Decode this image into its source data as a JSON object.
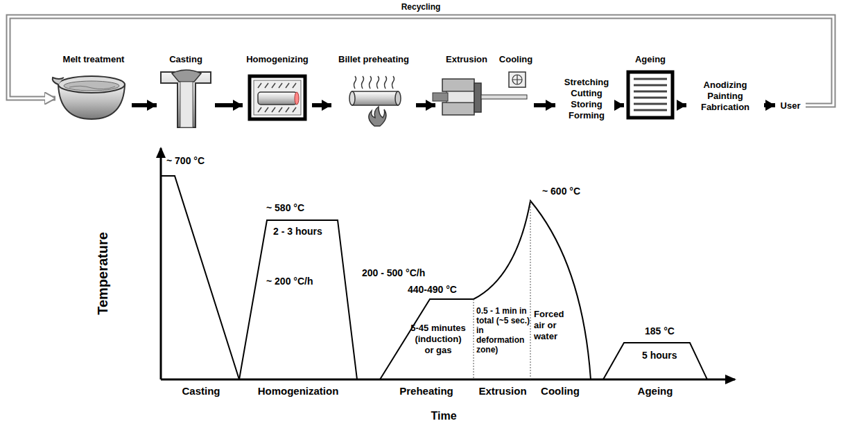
{
  "diagram": {
    "nodes": [
      {
        "text": [
          "Melt treatment"
        ]
      },
      {
        "text": [
          "Casting"
        ]
      },
      {
        "text": [
          "Homogenizing"
        ]
      },
      {
        "text": [
          "Billet preheating"
        ]
      },
      {
        "text": [
          "Extrusion"
        ]
      },
      {
        "text": [
          "Cooling"
        ]
      },
      {
        "text": [
          "Stretching Cutting Storing Forming"
        ]
      },
      {
        "text": [
          "Ageing"
        ]
      },
      {
        "text": [
          "Anodizing Painting Fabrication"
        ]
      },
      {
        "text": [
          "User"
        ]
      }
    ],
    "edges": [
      {
        "from": 0,
        "to": 1,
        "arrow": "to"
      },
      {
        "from": 1,
        "to": 2,
        "arrow": "to"
      },
      {
        "from": 2,
        "to": 3,
        "arrow": "to"
      },
      {
        "from": 3,
        "to": 4,
        "arrow": "to"
      },
      {
        "from": 5,
        "to": 6,
        "arrow": "to"
      },
      {
        "from": 6,
        "to": 7,
        "arrow": "to"
      },
      {
        "from": 7,
        "to": 8,
        "arrow": "to"
      },
      {
        "from": 8,
        "to": 9,
        "arrow": "to"
      },
      {
        "from": 9,
        "to": 0,
        "label": "Recycling",
        "arrow": "to"
      }
    ],
    "labels": [
      "~ 700 °C",
      "~ 580 °C",
      "2 - 3 hours",
      "~ 200 °C/h",
      "200 - 500 °C/h",
      "440-490 °C",
      "5-45 minutes (induction) or gas",
      "0.5 - 1 min in total (~5 sec.) in deformation zone)",
      "~ 600 °C",
      "Forced air or water",
      "185 °C",
      "5 hours",
      "Casting",
      "Homogenization",
      "Preheating",
      "Extrusion",
      "Cooling",
      "Ageing",
      "Temperature",
      "Time"
    ]
  }
}
